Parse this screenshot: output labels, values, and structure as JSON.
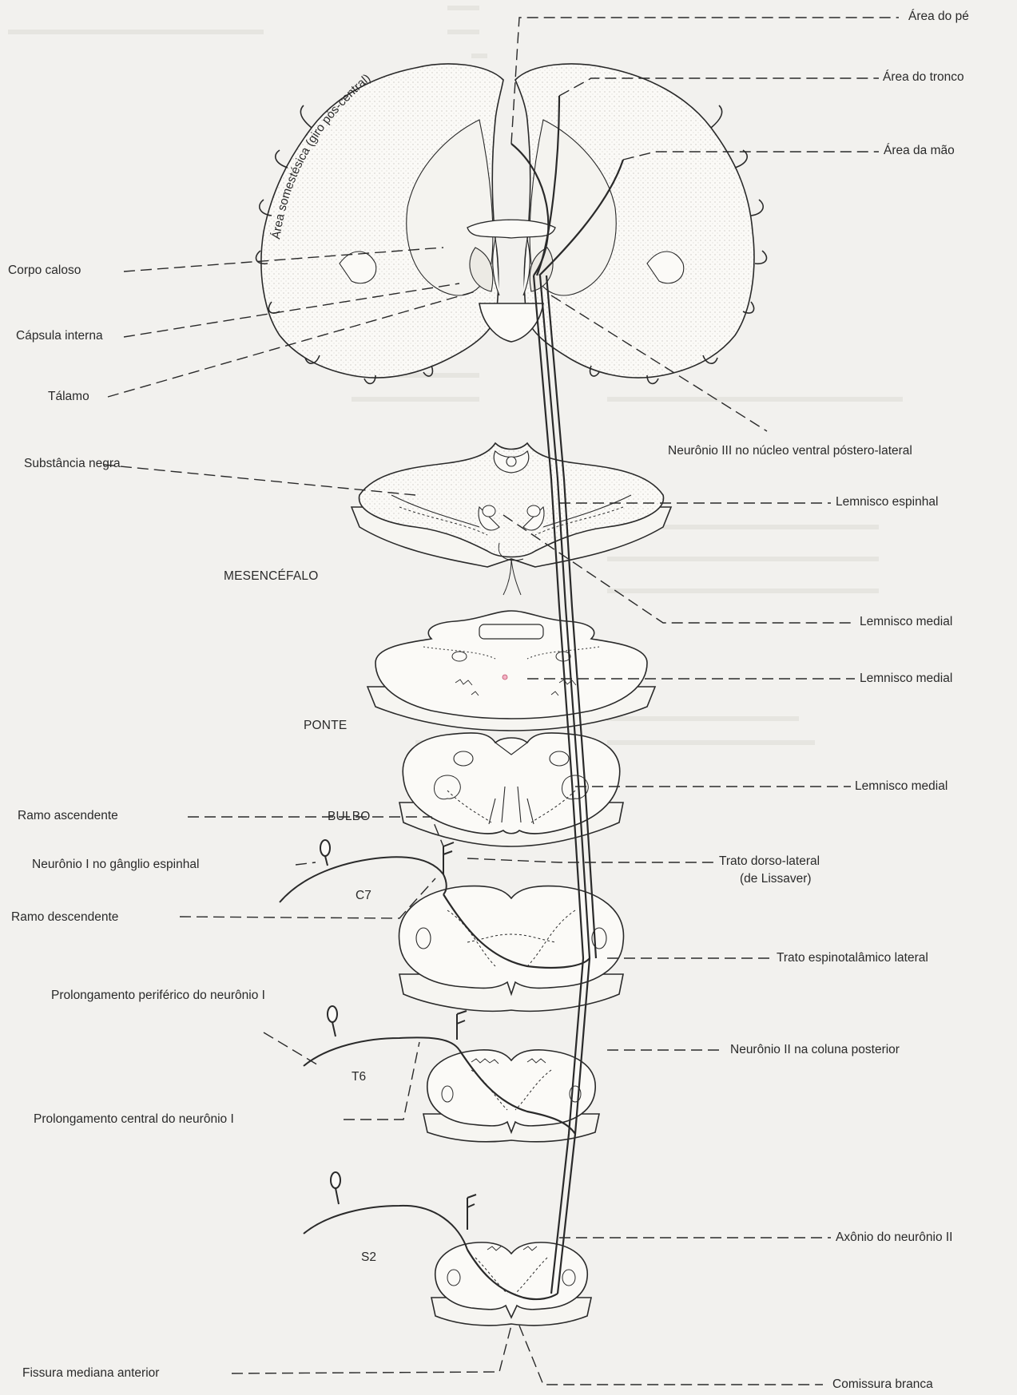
{
  "labels": {
    "area_pe": "Área do pé",
    "area_tronco": "Área do tronco",
    "area_mao": "Área da mão",
    "area_somestesica": "Área somestésica (giro pós-central)",
    "corpo_caloso": "Corpo caloso",
    "capsula_interna": "Cápsula interna",
    "talamo": "Tálamo",
    "neuronio_iii": "Neurônio III no núcleo ventral póstero-lateral",
    "substancia_negra": "Substância negra",
    "lemnisco_espinhal": "Lemnisco espinhal",
    "mesencefalo": "MESENCÉFALO",
    "lemnisco_medial_1": "Lemnisco medial",
    "ponte": "PONTE",
    "lemnisco_medial_2": "Lemnisco medial",
    "lemnisco_medial_3": "Lemnisco medial",
    "bulbo": "BULBO",
    "ramo_ascendente": "Ramo ascendente",
    "trato_dorso_lateral_1": "Trato dorso-lateral",
    "trato_dorso_lateral_2": "(de Lissaver)",
    "neuronio_i": "Neurônio I no gânglio espinhal",
    "c7": "C7",
    "ramo_descendente": "Ramo descendente",
    "trato_espinotalamico": "Trato espinotalâmico lateral",
    "prolongamento_periferico": "Prolongamento periférico do neurônio I",
    "neuronio_ii": "Neurônio II na coluna posterior",
    "t6": "T6",
    "prolongamento_central": "Prolongamento central do neurônio I",
    "axonio_neuronio_ii": "Axônio do neurônio II",
    "s2": "S2",
    "fissura_mediana": "Fissura mediana anterior",
    "comissura_branca": "Comissura branca"
  },
  "colors": {
    "ink": "#2a2a2a",
    "tissue": "#fbfaf7",
    "stipple": "#d9d8d2",
    "paper": "#f2f1ee",
    "faint_text": "#d6d4ce"
  }
}
